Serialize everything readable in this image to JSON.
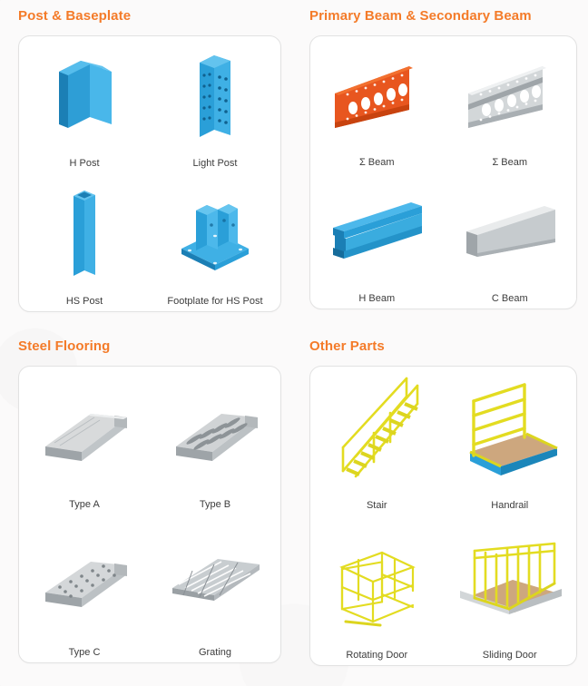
{
  "theme": {
    "accent": "#f47b29",
    "label_color": "#3c3c3c",
    "card_bg": "#ffffff",
    "card_border": "#e2e2e2",
    "page_bg": "#fbfafa",
    "blue": "#2a9fd8",
    "blue_dark": "#1b7fb5",
    "orange_part": "#e8561f",
    "grey_part": "#c8ccce",
    "yellow_part": "#e8e024"
  },
  "sections": [
    {
      "id": "post-baseplate",
      "title": "Post & Baseplate",
      "items": [
        {
          "label": "H Post",
          "icon": "h-post-icon",
          "color": "blue"
        },
        {
          "label": "Light Post",
          "icon": "light-post-icon",
          "color": "blue"
        },
        {
          "label": "HS Post",
          "icon": "hs-post-icon",
          "color": "blue"
        },
        {
          "label": "Footplate for HS Post",
          "icon": "footplate-icon",
          "color": "blue"
        }
      ]
    },
    {
      "id": "primary-secondary-beam",
      "title": "Primary Beam & Secondary Beam",
      "items": [
        {
          "label": "Σ Beam",
          "icon": "sigma-beam-orange-icon",
          "color": "orange"
        },
        {
          "label": "Σ Beam",
          "icon": "sigma-beam-grey-icon",
          "color": "grey"
        },
        {
          "label": "H Beam",
          "icon": "h-beam-icon",
          "color": "blue"
        },
        {
          "label": "C Beam",
          "icon": "c-beam-icon",
          "color": "grey"
        }
      ]
    },
    {
      "id": "steel-flooring",
      "title": "Steel Flooring",
      "items": [
        {
          "label": "Type A",
          "icon": "flooring-type-a-icon",
          "color": "grey"
        },
        {
          "label": "Type B",
          "icon": "flooring-type-b-icon",
          "color": "grey"
        },
        {
          "label": "Type C",
          "icon": "flooring-type-c-icon",
          "color": "grey"
        },
        {
          "label": "Grating",
          "icon": "grating-icon",
          "color": "grey"
        }
      ]
    },
    {
      "id": "other-parts",
      "title": "Other Parts",
      "items": [
        {
          "label": "Stair",
          "icon": "stair-icon",
          "color": "yellow"
        },
        {
          "label": "Handrail",
          "icon": "handrail-icon",
          "color": "yellow"
        },
        {
          "label": "Rotating Door",
          "icon": "rotating-door-icon",
          "color": "yellow"
        },
        {
          "label": "Sliding Door",
          "icon": "sliding-door-icon",
          "color": "yellow"
        }
      ]
    }
  ]
}
